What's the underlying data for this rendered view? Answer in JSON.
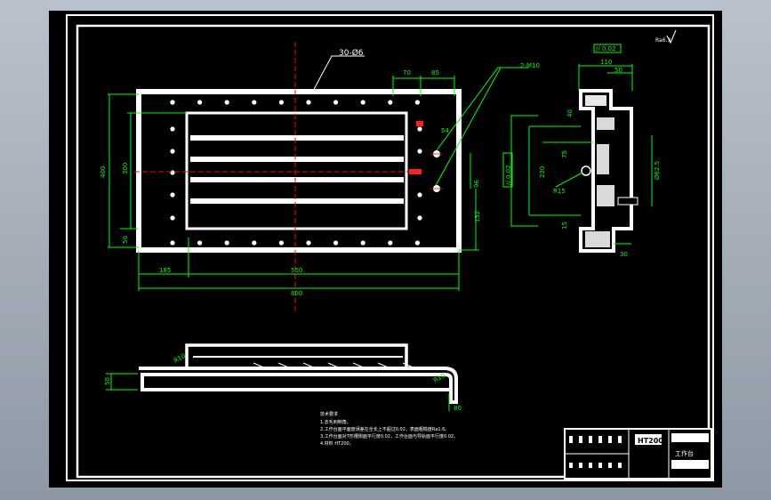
{
  "colors": {
    "background": "#000000",
    "lines": "#ffffff",
    "dimensions": "#00ff00",
    "centerline": "#ff0000"
  },
  "plan": {
    "callout_holes": "30-Ø6",
    "dims": {
      "top_70": "70",
      "top_85": "85",
      "label_2m10": "2-M10",
      "dim_54": "54",
      "dim_96": "96",
      "left_400": "400",
      "left_300": "300",
      "left_50": "50",
      "bottom_185": "185",
      "bottom_550": "550",
      "bottom_800": "800",
      "right_152": "152"
    }
  },
  "section": {
    "tolerance_top": "// 0.02",
    "dim_110": "110",
    "dim_50": "50",
    "tolerance_left": "// 0.02",
    "dim_230": "230",
    "dim_75": "75",
    "radius_r15": "R15",
    "dim_40": "40",
    "dim_15": "15",
    "dim_30": "30",
    "dim_right": "Ø62.5",
    "roughness": "Ra6.3"
  },
  "side_view": {
    "dim_50": "50",
    "radius_left": "R10",
    "radius_right": "R10",
    "dim_80": "80"
  },
  "notes": {
    "heading": "技术要求",
    "lines": [
      "1.去毛刺倒角。",
      "2.工作台面平面度误差在全长上不超过0.02，表面粗糙度Ra1.6。",
      "3.工作台面对T形槽侧面平行度0.02，工作台面与导轨面平行度0.02。",
      "4.材料 HT200。"
    ]
  },
  "title_block": {
    "material": "HT200",
    "part_name": "工作台"
  }
}
